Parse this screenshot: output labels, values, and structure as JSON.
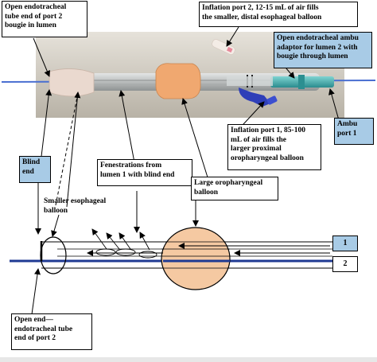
{
  "labels": {
    "open_end_port2_bougie": "Open endotracheal\ntube end of port 2\nbougie in lumen",
    "inflation_port2": "Inflation port 2, 12-15 mL of air fills\nthe smaller, distal esophageal balloon",
    "open_ambu_adaptor": "Open endotracheal ambu\nadaptor for lumen 2 with\nbougie through lumen",
    "ambu_port1": "Ambu\nport 1",
    "inflation_port1": "Inflation port 1, 85-100\nmL of air fills the\nlarger proximal\noropharyngeal balloon",
    "blind_end": "Blind\nend",
    "fenestrations": "Fenestrations from\nlumen 1 with blind end",
    "large_oropharyngeal": "Large oropharyngeal\nballoon",
    "smaller_esophageal": "Smaller esophageal\nballoon",
    "lumen_1": "1",
    "lumen_2": "2",
    "open_end_port2": "Open end—\nendotracheal tube\nend of port 2"
  },
  "colors": {
    "label_blue": "#a8cbe6",
    "lumen_line": "#1f3a93",
    "oropharyngeal_balloon": "#f5c9a2",
    "photo_background": "#c6c2b8"
  },
  "photo": {
    "description_icon": "combitube-photo"
  }
}
